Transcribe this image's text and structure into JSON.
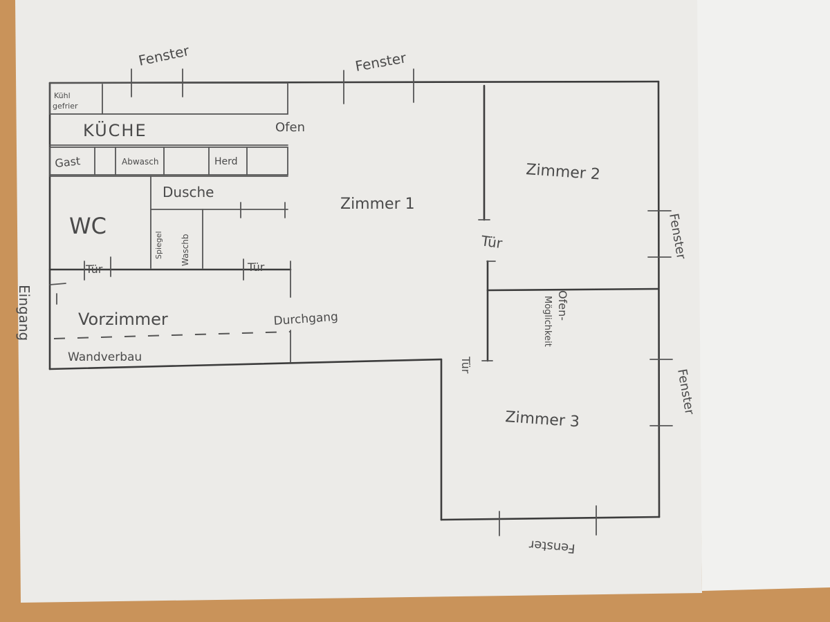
{
  "rooms": {
    "kueche": "KÜCHE",
    "wc": "WC",
    "dusche": "Dusche",
    "zimmer1": "Zimmer 1",
    "zimmer2": "Zimmer 2",
    "zimmer3": "Zimmer 3",
    "vorzimmer": "Vorzimmer"
  },
  "labels": {
    "fenster": "Fenster",
    "ofen": "Ofen",
    "kuehl": "Kühl",
    "gefrier": "gefrier",
    "gast": "Gast",
    "abwasch": "Abwasch",
    "herd": "Herd",
    "spiegel": "Spiegel",
    "waschb": "Waschb",
    "tuer": "Tür",
    "durchgang": "Durchgang",
    "eingang": "Eingang",
    "wandverbau": "Wandverbau",
    "ofen_moeglichkeit_1": "Ofen-",
    "ofen_moeglichkeit_2": "Möglichkeit"
  }
}
